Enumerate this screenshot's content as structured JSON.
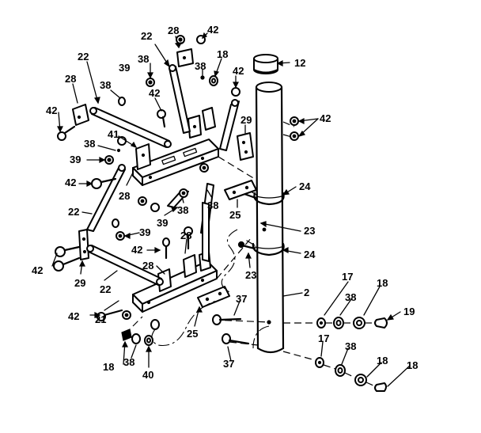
{
  "callouts": [
    {
      "key": "12",
      "text": "12"
    },
    {
      "key": "28a",
      "text": "28"
    },
    {
      "key": "42a",
      "text": "42"
    },
    {
      "key": "22a",
      "text": "22"
    },
    {
      "key": "38a",
      "text": "38"
    },
    {
      "key": "38b",
      "text": "38"
    },
    {
      "key": "18a",
      "text": "18"
    },
    {
      "key": "22b",
      "text": "22"
    },
    {
      "key": "39a",
      "text": "39"
    },
    {
      "key": "42b",
      "text": "42"
    },
    {
      "key": "28b",
      "text": "28"
    },
    {
      "key": "38c",
      "text": "38"
    },
    {
      "key": "42c",
      "text": "42"
    },
    {
      "key": "42d",
      "text": "42"
    },
    {
      "key": "42e",
      "text": "42"
    },
    {
      "key": "29a",
      "text": "29"
    },
    {
      "key": "41",
      "text": "41"
    },
    {
      "key": "38d",
      "text": "38"
    },
    {
      "key": "39b",
      "text": "39"
    },
    {
      "key": "42f",
      "text": "42"
    },
    {
      "key": "28c",
      "text": "28"
    },
    {
      "key": "24a",
      "text": "24"
    },
    {
      "key": "38e",
      "text": "38"
    },
    {
      "key": "38f",
      "text": "38"
    },
    {
      "key": "22c",
      "text": "22"
    },
    {
      "key": "39c",
      "text": "39"
    },
    {
      "key": "25a",
      "text": "25"
    },
    {
      "key": "23a",
      "text": "23"
    },
    {
      "key": "39d",
      "text": "39"
    },
    {
      "key": "28d",
      "text": "28"
    },
    {
      "key": "42g",
      "text": "42"
    },
    {
      "key": "42h",
      "text": "42"
    },
    {
      "key": "29b",
      "text": "29"
    },
    {
      "key": "22d",
      "text": "22"
    },
    {
      "key": "28e",
      "text": "28"
    },
    {
      "key": "24b",
      "text": "24"
    },
    {
      "key": "23b",
      "text": "23"
    },
    {
      "key": "2",
      "text": "2"
    },
    {
      "key": "17a",
      "text": "17"
    },
    {
      "key": "18b",
      "text": "18"
    },
    {
      "key": "38g",
      "text": "38"
    },
    {
      "key": "19",
      "text": "19"
    },
    {
      "key": "37a",
      "text": "37"
    },
    {
      "key": "42i",
      "text": "42"
    },
    {
      "key": "21",
      "text": "21"
    },
    {
      "key": "25b",
      "text": "25"
    },
    {
      "key": "17b",
      "text": "17"
    },
    {
      "key": "38h",
      "text": "38"
    },
    {
      "key": "18c",
      "text": "18"
    },
    {
      "key": "18d",
      "text": "18"
    },
    {
      "key": "37b",
      "text": "37"
    },
    {
      "key": "18e",
      "text": "18"
    },
    {
      "key": "38i",
      "text": "38"
    },
    {
      "key": "40",
      "text": "40"
    }
  ]
}
